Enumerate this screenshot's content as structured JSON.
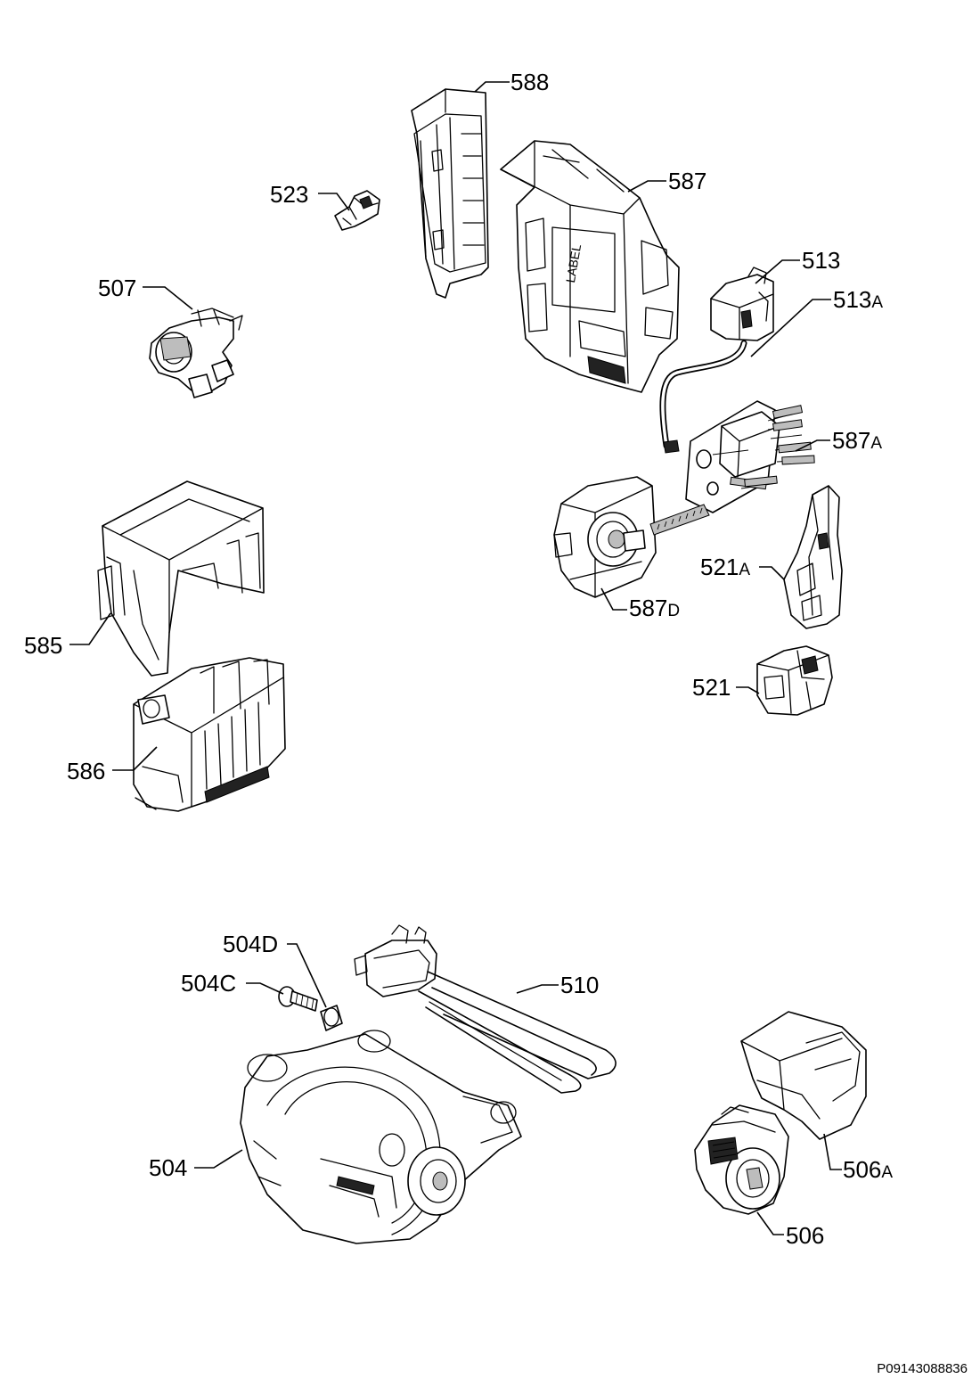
{
  "labels": {
    "p588": "588",
    "p587": "587",
    "p523": "523",
    "p513": "513",
    "p513A_num": "513",
    "p513A_suf": "A",
    "p507": "507",
    "p587A_num": "587",
    "p587A_suf": "A",
    "p521A_num": "521",
    "p521A_suf": "A",
    "p587D_num": "587",
    "p587D_suf": "D",
    "p585": "585",
    "p521": "521",
    "p586": "586",
    "p504D": "504D",
    "p504C": "504C",
    "p510": "510",
    "p504": "504",
    "p506A_num": "506",
    "p506A_suf": "A",
    "p506": "506"
  },
  "document_id": "P09143088836"
}
